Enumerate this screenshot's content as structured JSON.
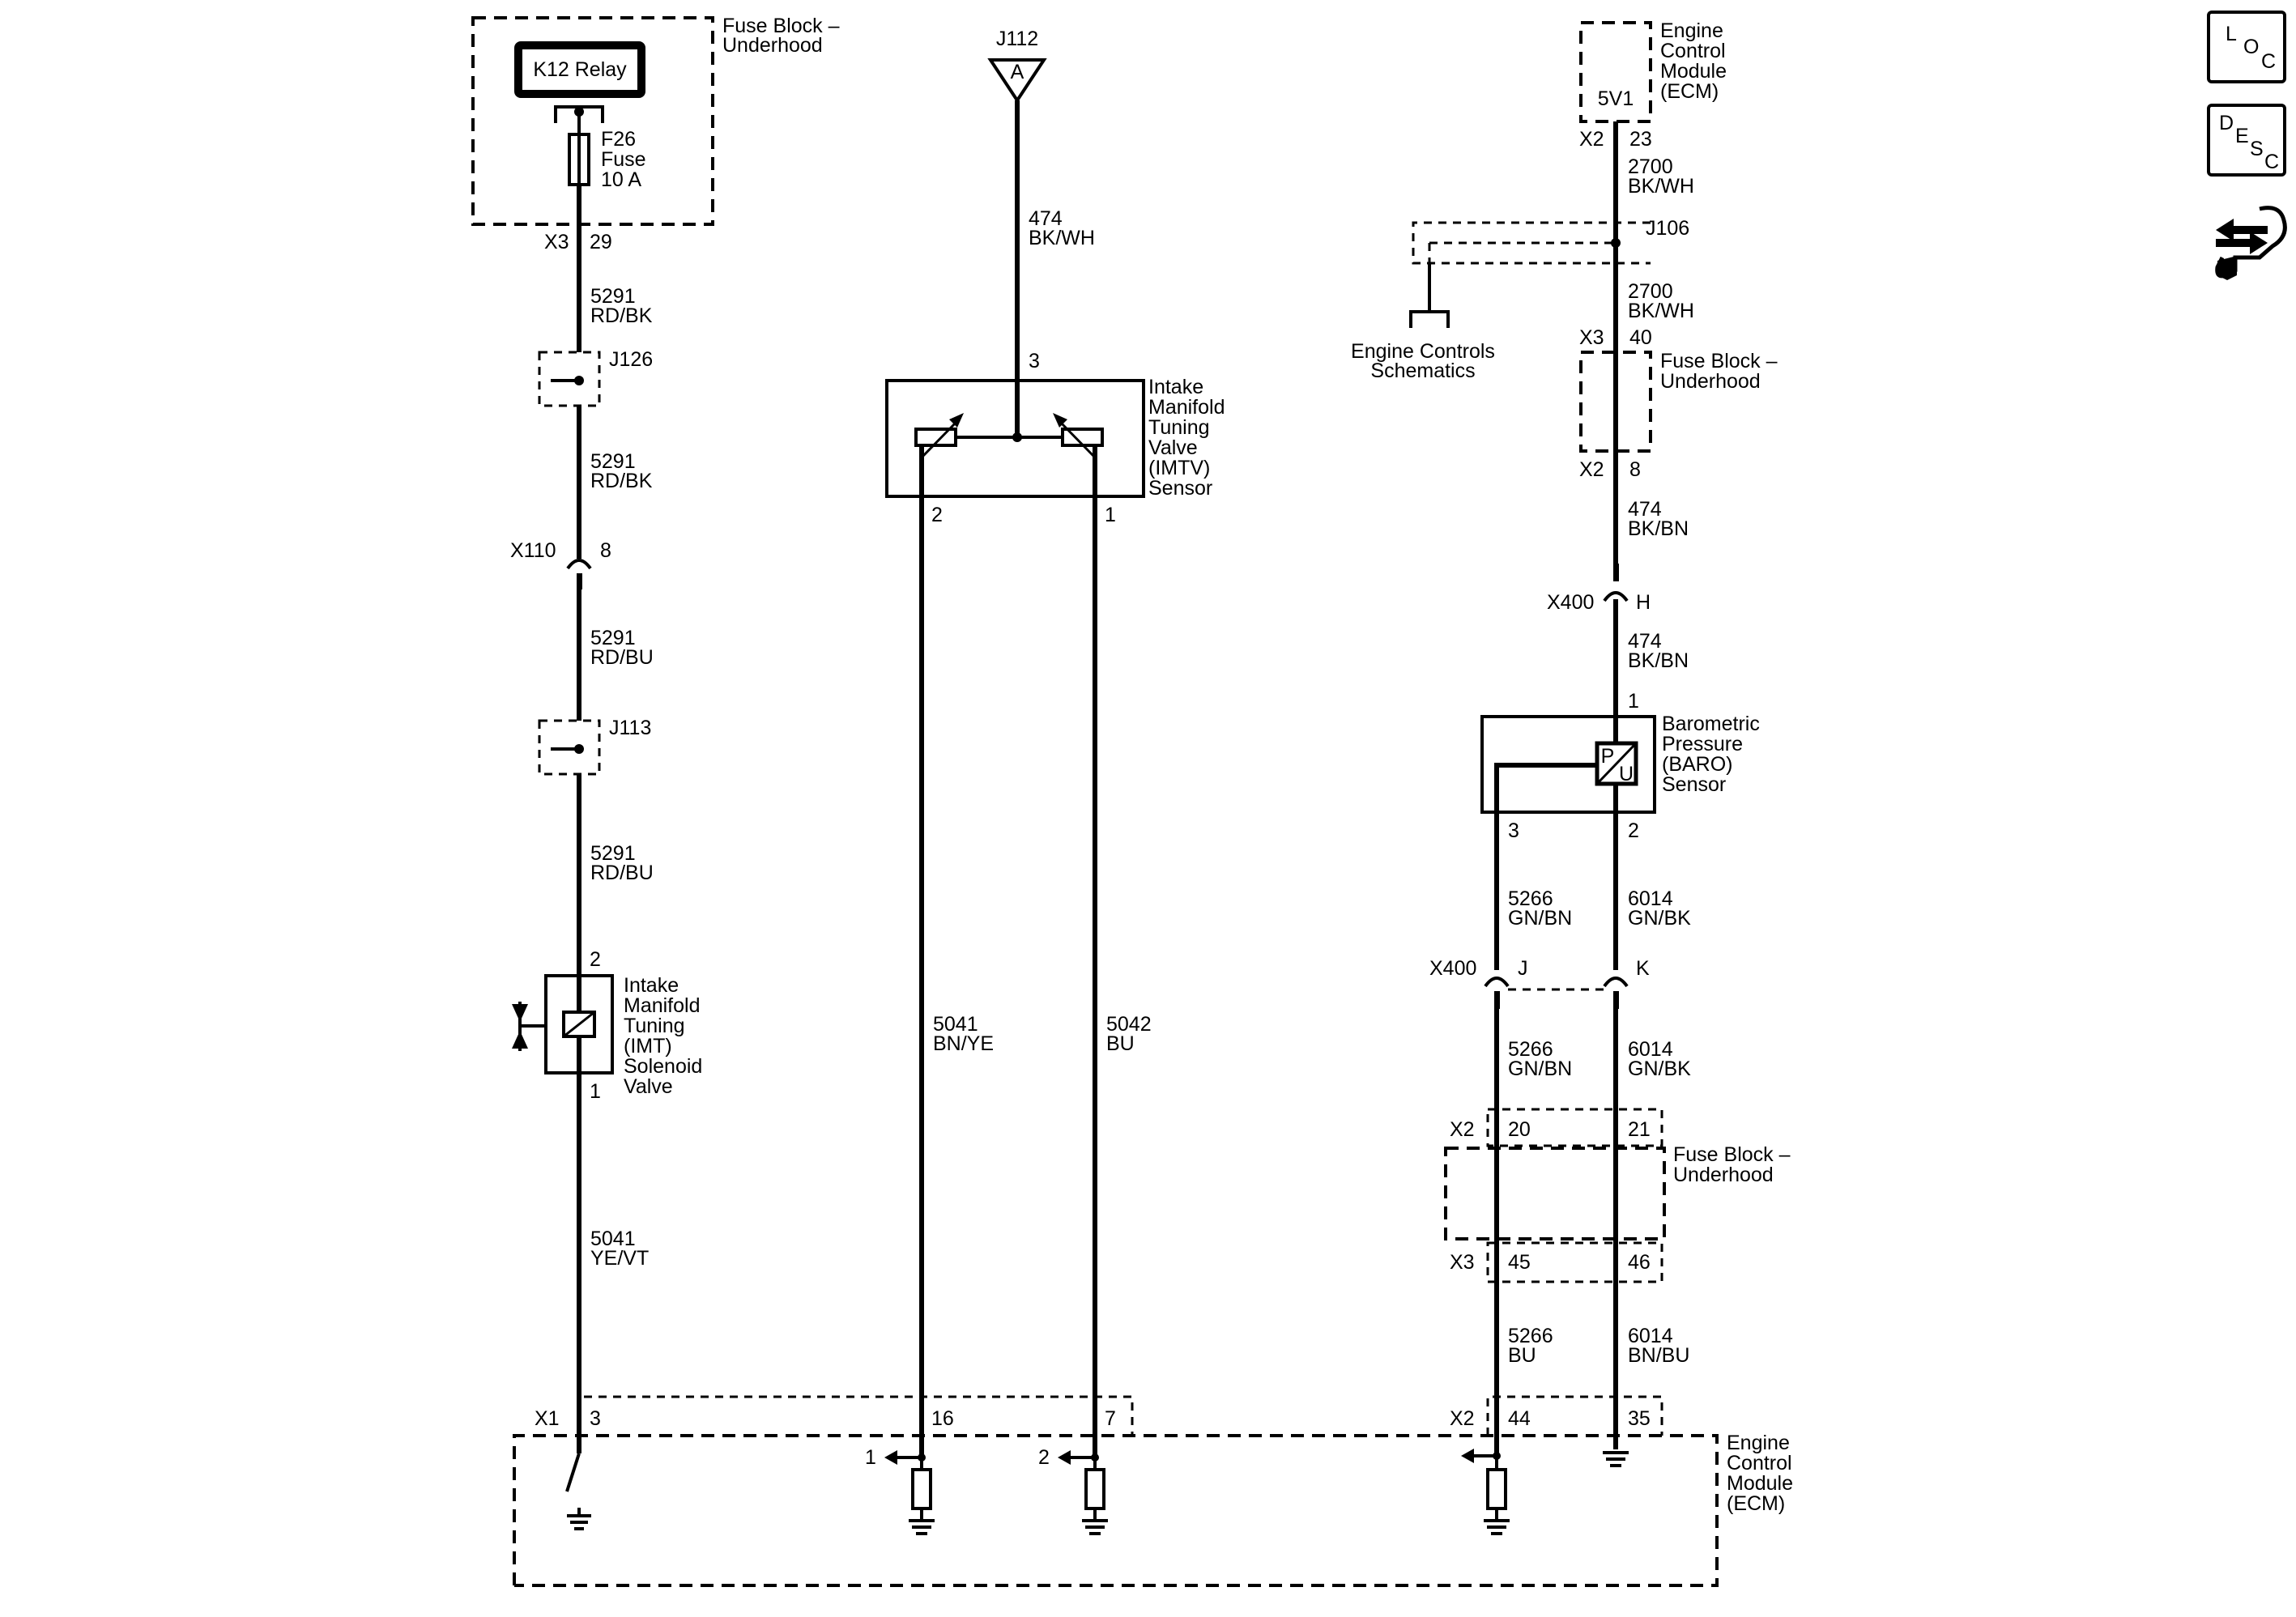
{
  "fuse_block_top": {
    "label_line1": "Fuse Block –",
    "label_line2": "Underhood",
    "relay": "K12 Relay",
    "fuse_id": "F26",
    "fuse_word": "Fuse",
    "fuse_rating": "10 A",
    "connector": "X3",
    "pin": "29"
  },
  "imt_circuit": {
    "wire1_num": "5291",
    "wire1_color": "RD/BK",
    "splice1": "J126",
    "wire2_num": "5291",
    "wire2_color": "RD/BK",
    "inline_conn": "X110",
    "inline_pin": "8",
    "wire3_num": "5291",
    "wire3_color": "RD/BU",
    "splice2": "J113",
    "wire4_num": "5291",
    "wire4_color": "RD/BU",
    "solenoid_pin_top": "2",
    "solenoid_pin_bottom": "1",
    "solenoid_label": [
      "Intake",
      "Manifold",
      "Tuning",
      "(IMT)",
      "Solenoid",
      "Valve"
    ],
    "wire5_num": "5041",
    "wire5_color": "YE/VT",
    "ecm_conn": "X1",
    "ecm_pin": "3"
  },
  "imtv_circuit": {
    "ref_splice": "J112",
    "ref_letter": "A",
    "wire_ref_num": "474",
    "wire_ref_color": "BK/WH",
    "sensor_pin_ref": "3",
    "sensor_pin_left": "2",
    "sensor_pin_right": "1",
    "sensor_label": [
      "Intake",
      "Manifold",
      "Tuning",
      "Valve",
      "(IMTV)",
      "Sensor"
    ],
    "wire_left_num": "5041",
    "wire_left_color": "BN/YE",
    "wire_right_num": "5042",
    "wire_right_color": "BU",
    "ecm_pin_left": "16",
    "ecm_pin_right": "7",
    "input_left": "1",
    "input_right": "2"
  },
  "baro_circuit": {
    "ecm_top_label": [
      "Engine",
      "Control",
      "Module",
      "(ECM)"
    ],
    "ecm_top_supply": "5V1",
    "conn1": "X2",
    "pin1": "23",
    "wire1_num": "2700",
    "wire1_color": "BK/WH",
    "splice": "J106",
    "engine_controls_line1": "Engine Controls",
    "engine_controls_line2": "Schematics",
    "wire2_num": "2700",
    "wire2_color": "BK/WH",
    "fuse_conn_top": "X3",
    "fuse_pin_top": "40",
    "fuse_label_line1": "Fuse Block –",
    "fuse_label_line2": "Underhood",
    "fuse_conn_bottom": "X2",
    "fuse_pin_bottom": "8",
    "wire3_num": "474",
    "wire3_color": "BK/BN",
    "inline_conn": "X400",
    "inline_pin": "H",
    "wire4_num": "474",
    "wire4_color": "BK/BN",
    "sensor_pin_top": "1",
    "sensor_label": [
      "Barometric",
      "Pressure",
      "(BARO)",
      "Sensor"
    ],
    "sensor_symbol_top": "P",
    "sensor_symbol_bottom": "U",
    "sensor_pin_left": "3",
    "sensor_pin_right": "2",
    "wire5_left_num": "5266",
    "wire5_left_color": "GN/BN",
    "wire5_right_num": "6014",
    "wire5_right_color": "GN/BK",
    "inline2_conn": "X400",
    "inline2_pin_left": "J",
    "inline2_pin_right": "K",
    "wire6_left_num": "5266",
    "wire6_left_color": "GN/BN",
    "wire6_right_num": "6014",
    "wire6_right_color": "GN/BK",
    "fuse2_conn_top": "X2",
    "fuse2_pin_left_top": "20",
    "fuse2_pin_right_top": "21",
    "fuse2_label_line1": "Fuse Block –",
    "fuse2_label_line2": "Underhood",
    "fuse2_conn_bottom": "X3",
    "fuse2_pin_left_bottom": "45",
    "fuse2_pin_right_bottom": "46",
    "wire7_left_num": "5266",
    "wire7_left_color": "BU",
    "wire7_right_num": "6014",
    "wire7_right_color": "BN/BU",
    "ecm_conn": "X2",
    "ecm_pin_left": "44",
    "ecm_pin_right": "35"
  },
  "ecm_bottom": {
    "label": [
      "Engine",
      "Control",
      "Module",
      "(ECM)"
    ]
  },
  "nav_icons": {
    "loc": [
      "L",
      "O",
      "C"
    ],
    "desc": [
      "D",
      "E",
      "S",
      "C"
    ],
    "connector_icon": "connector-end-view-icon"
  }
}
